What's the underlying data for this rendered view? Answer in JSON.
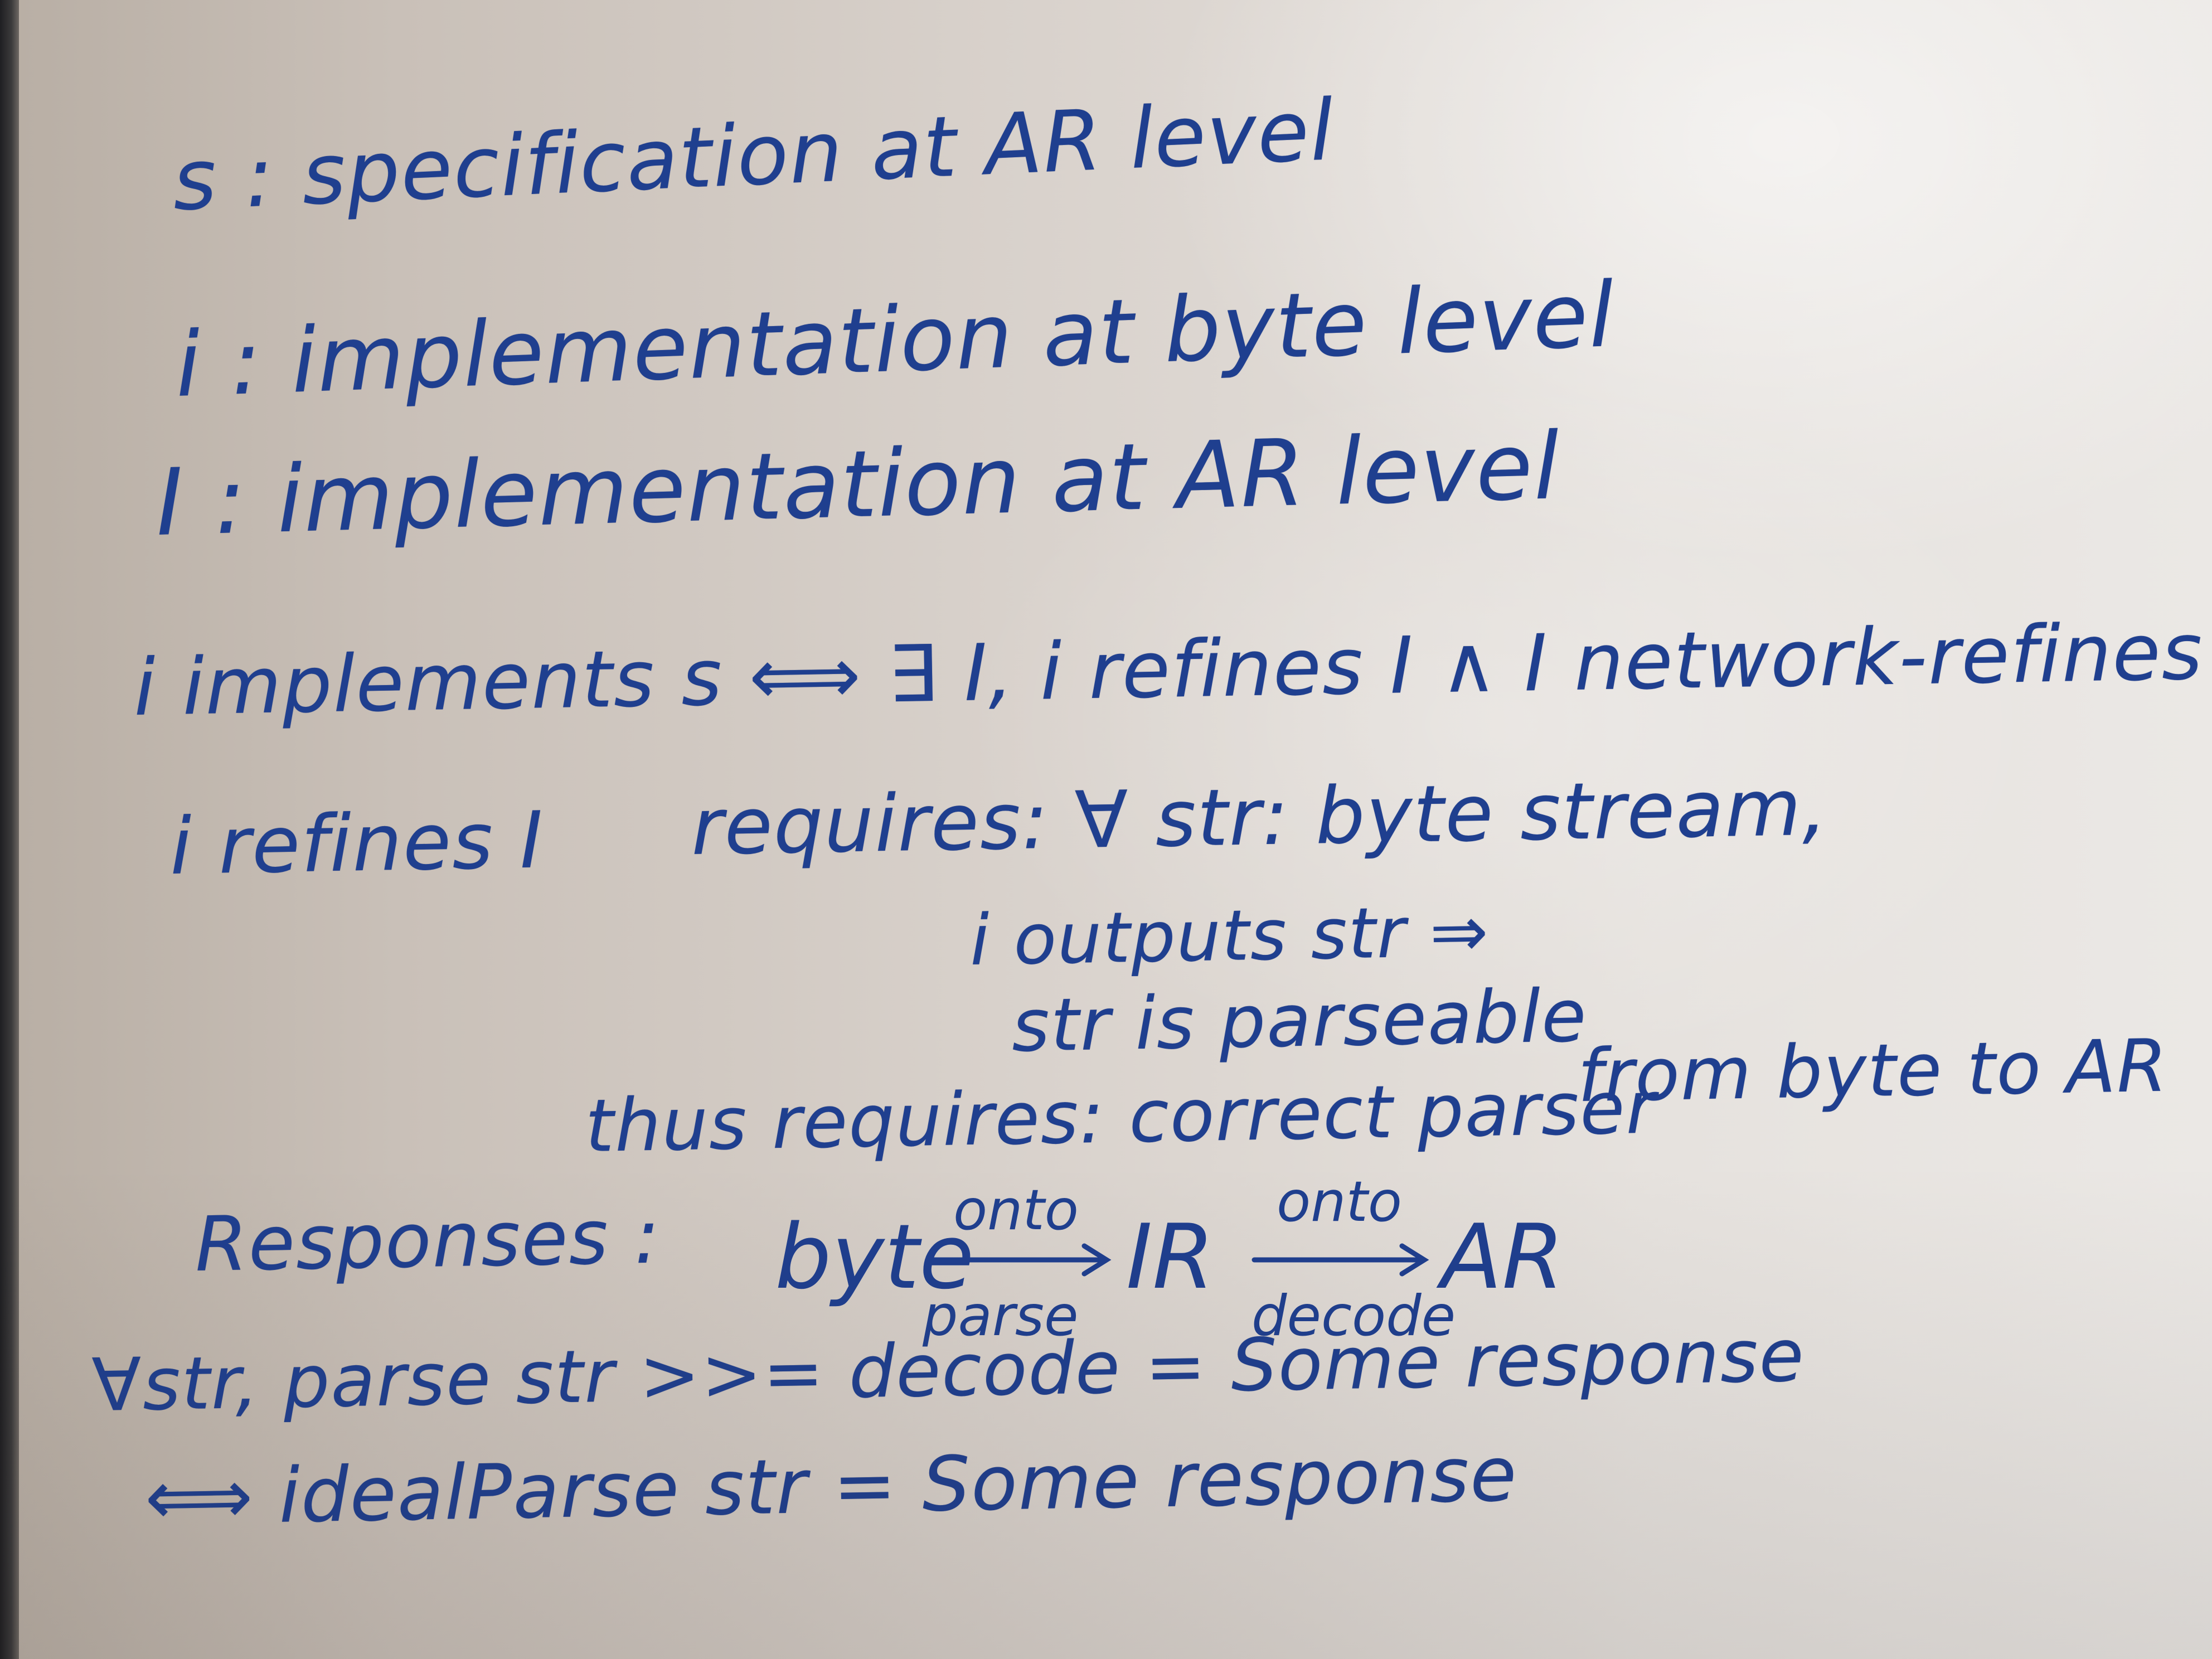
{
  "whiteboard": {
    "line1": "s : specification at AR level",
    "line2": "i : implementation at byte level",
    "line3": "I : implementation at AR level",
    "line4": "i implements s ⟺ ∃ I, i refines I ∧ I network-refines S",
    "line5_left": "i refines I",
    "line5_right": "requires: ∀ str: byte stream,",
    "line6": "i outputs str ⇒",
    "line7": "str is parseable",
    "line8_left": "thus requires: correct parser",
    "line8_right": "from byte to AR",
    "line9": "Responses :",
    "diagram": {
      "node1": "byte",
      "node2": "IR",
      "node3": "AR",
      "arrow1_top": "onto",
      "arrow1_bottom": "parse",
      "arrow2_top": "onto",
      "arrow2_bottom": "decode"
    },
    "line11": "∀str,   parse str >>= decode = Some response",
    "line12": "⟺  idealParse str = Some response"
  },
  "colors": {
    "ink": "#1f3f8f",
    "board": "#dcd6d0",
    "frame": "#2a2a2c"
  }
}
